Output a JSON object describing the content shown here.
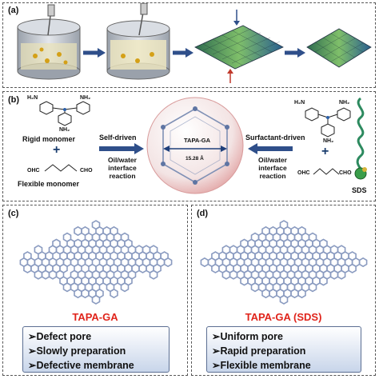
{
  "panels": {
    "a": {
      "label": "(a)"
    },
    "b": {
      "label": "(b)",
      "rigid_monomer": "Rigid monomer",
      "flexible_monomer": "Flexible monomer",
      "plus": "+",
      "self_driven": "Self-driven",
      "oil_water_left": "Oil/water\ninterface\nreaction",
      "surfactant_driven": "Surfactant-driven",
      "oil_water_right": "Oil/water\ninterface\nreaction",
      "sds": "SDS",
      "center_label": "TAPA-GA",
      "pore_size": "15.28 Å",
      "amine_groups": [
        "H₂N",
        "NH₂",
        "NH₂",
        "H₂N",
        "NH₂",
        "NH₂"
      ],
      "aldehyde_groups": [
        "OHC",
        "CHO",
        "OHC",
        "CHO"
      ]
    },
    "c": {
      "label": "(c)",
      "title": "TAPA-GA",
      "items": [
        "➢Defect pore",
        "➢Slowly preparation",
        "➢Defective membrane"
      ]
    },
    "d": {
      "label": "(d)",
      "title": "TAPA-GA (SDS)",
      "items": [
        "➢Uniform pore",
        "➢Rapid preparation",
        "➢Flexible membrane"
      ]
    }
  },
  "colors": {
    "network": "#8a9bc0",
    "title_red": "#e0241b",
    "arrow_blue": "#2f4f8a",
    "cylinder": "#c9ced6"
  }
}
